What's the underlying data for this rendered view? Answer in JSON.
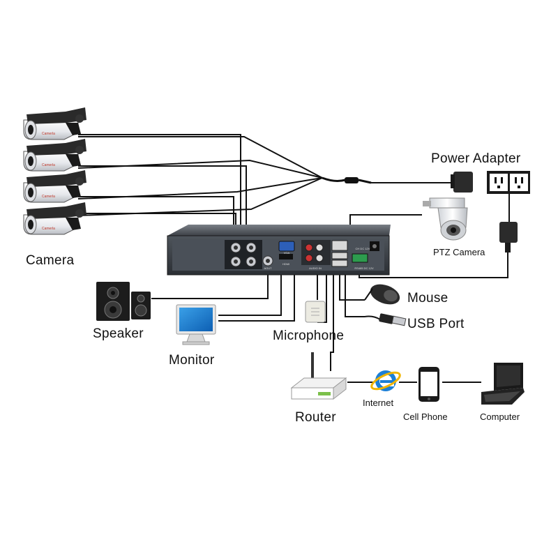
{
  "labels": {
    "camera": "Camera",
    "power_adapter": "Power Adapter",
    "ptz_camera": "PTZ Camera",
    "speaker": "Speaker",
    "monitor": "Monitor",
    "microphone": "Microphone",
    "mouse": "Mouse",
    "usb_port": "USB Port",
    "router": "Router",
    "internet": "Internet",
    "cell_phone": "Cell Phone",
    "computer": "Computer"
  },
  "dvr_panel": {
    "vga": "VGA",
    "hdmi": "HDMI",
    "aout": "AOUT",
    "audio_in": "AUDIO IN",
    "rs485": "RS485  DC 12V",
    "power_marks": "CH  DC 12V"
  },
  "camera_brand": "Camerla"
}
